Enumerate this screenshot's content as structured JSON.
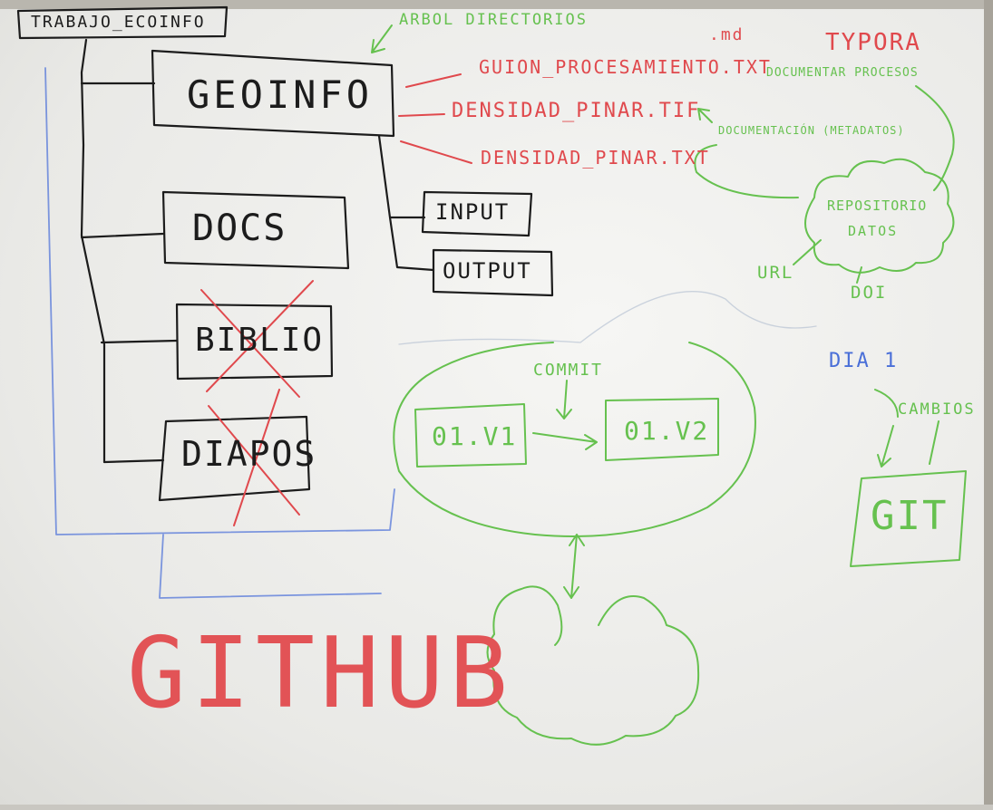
{
  "root": {
    "label": "TRABAJO_ECOINFO"
  },
  "tree": {
    "folders": [
      {
        "label": "GEOINFO",
        "crossed": false
      },
      {
        "label": "DOCS",
        "crossed": false
      },
      {
        "label": "BIBLIO",
        "crossed": true
      },
      {
        "label": "DIAPOS",
        "crossed": true
      }
    ],
    "subfolders": [
      {
        "label": "INPUT"
      },
      {
        "label": "OUTPUT"
      }
    ]
  },
  "annotations": {
    "arbol": "ARBOL DIRECTORIOS",
    "md": ".md",
    "typora": "TYPORA",
    "documentar": "DOCUMENTAR PROCESOS",
    "documentacion": "DOCUMENTACIÓN (METADATOS)"
  },
  "files": [
    {
      "label": "GUION_PROCESAMIENTO.TXT"
    },
    {
      "label": "DENSIDAD_PINAR.TIF"
    },
    {
      "label": "DENSIDAD_PINAR.TXT"
    }
  ],
  "repository": {
    "line1": "REPOSITORIO",
    "line2": "DATOS",
    "url": "URL",
    "doi": "DOI"
  },
  "versions": {
    "commit": "COMMIT",
    "v1": "01.V1",
    "v2": "01.V2"
  },
  "git": {
    "dia": "DIA 1",
    "cambios": "CAMBIOS",
    "label": "GIT"
  },
  "github": {
    "label": "GITHUB"
  },
  "colors": {
    "black_marker": "#1c1c1c",
    "red_marker": "#e0494d",
    "green_marker": "#66c14f",
    "blue_marker": "#4a6fd8"
  }
}
